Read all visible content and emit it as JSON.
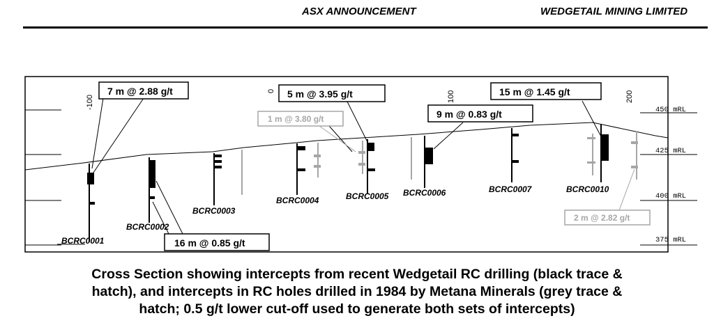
{
  "header": {
    "left": "ASX ANNOUNCEMENT",
    "right": "WEDGETAIL MINING LIMITED"
  },
  "section": {
    "easting_ticks": [
      "-100",
      "0",
      "100",
      "200"
    ],
    "rl_labels": [
      "450 mRL",
      "425 mRL",
      "400 mRL",
      "375 mRL"
    ],
    "hole_labels": [
      "BCRC0001",
      "BCRC0002",
      "BCRC0003",
      "BCRC0004",
      "BCRC0005",
      "BCRC0006",
      "BCRC0007",
      "BCRC0010"
    ],
    "intercepts_recent": [
      "7 m @ 2.88 g/t",
      "16 m @ 0.85 g/t",
      "5 m @ 3.95 g/t",
      "9 m @ 0.83 g/t",
      "15 m @ 1.45 g/t"
    ],
    "intercepts_historic": [
      "1 m @ 3.80 g/t",
      "2 m @ 2.82 g/t"
    ],
    "colors": {
      "recent": "#000000",
      "historic": "#a6a6a6"
    }
  },
  "caption": {
    "line1": "Cross Section showing intercepts from recent Wedgetail RC drilling (black trace &",
    "line2": "hatch), and intercepts in RC holes drilled in 1984 by Metana Minerals (grey trace &",
    "line3": "hatch; 0.5 g/t lower cut-off used to generate both sets of intercepts)"
  }
}
